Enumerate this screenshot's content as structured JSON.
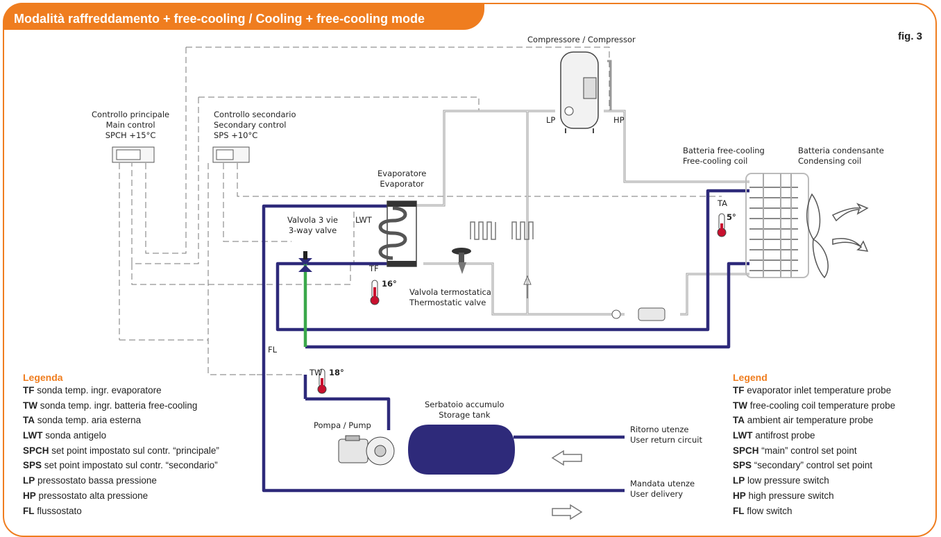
{
  "title": "Modalità raffreddamento + free-cooling / Cooling + free-cooling  mode",
  "fig": "fig. 3",
  "components": {
    "compressor": "Compressore / Compressor",
    "main_control": [
      "Controllo principale",
      "Main control",
      "SPCH +15°C"
    ],
    "secondary_control": [
      "Controllo secondario",
      "Secondary control",
      "SPS +10°C"
    ],
    "evaporator": [
      "Evaporatore",
      "Evaporator"
    ],
    "valve_3way": [
      "Valvola 3 vie",
      "3-way valve"
    ],
    "thermostatic_valve": [
      "Valvola termostatica",
      "Thermostatic valve"
    ],
    "freecooling_coil": [
      "Batteria free-cooling",
      "Free-cooling coil"
    ],
    "condensing_coil": [
      "Batteria condensante",
      "Condensing coil"
    ],
    "pump": "Pompa / Pump",
    "storage_tank": [
      "Serbatoio accumulo",
      "Storage tank"
    ],
    "user_return": [
      "Ritorno utenze",
      "User return circuit"
    ],
    "user_delivery": [
      "Mandata utenze",
      "User delivery"
    ]
  },
  "sensors": {
    "lp": "LP",
    "hp": "HP",
    "lwt": "LWT",
    "tf": "TF",
    "tw": "TW",
    "ta": "TA",
    "fl": "FL",
    "tf_value": "16°",
    "tw_value": "18°",
    "ta_value": "5°"
  },
  "legend_it": {
    "title": "Legenda",
    "items": [
      {
        "code": "TF",
        "text": " sonda temp. ingr. evaporatore"
      },
      {
        "code": "TW",
        "text": " sonda temp. ingr. batteria free-cooling"
      },
      {
        "code": "TA",
        "text": " sonda temp. aria esterna"
      },
      {
        "code": "LWT",
        "text": " sonda antigelo"
      },
      {
        "code": "SPCH",
        "text": " set point impostato sul contr. “principale”"
      },
      {
        "code": "SPS",
        "text": " set point impostato sul contr. “secondario”"
      },
      {
        "code": "LP",
        "text": " pressostato bassa pressione"
      },
      {
        "code": "HP",
        "text": " pressostato alta pressione"
      },
      {
        "code": "FL",
        "text": " flussostato"
      }
    ]
  },
  "legend_en": {
    "title": "Legend",
    "items": [
      {
        "code": "TF",
        "text": " evaporator inlet temperature probe"
      },
      {
        "code": "TW",
        "text": " free-cooling coil temperature probe"
      },
      {
        "code": "TA",
        "text": " ambient air temperature probe"
      },
      {
        "code": "LWT",
        "text": " antifrost probe"
      },
      {
        "code": "SPCH",
        "text": " “main” control set point"
      },
      {
        "code": "SPS",
        "text": " “secondary” control set point"
      },
      {
        "code": "LP",
        "text": " low pressure switch"
      },
      {
        "code": "HP",
        "text": " high pressure switch"
      },
      {
        "code": "FL",
        "text": " flow switch"
      }
    ]
  },
  "colors": {
    "accent": "#ef7d1f",
    "water_pipe": "#2e2a7a",
    "freecooling_pipe": "#3aa84a",
    "refrigerant_line": "#8a8a8a",
    "thermometer": "#c8102e"
  }
}
